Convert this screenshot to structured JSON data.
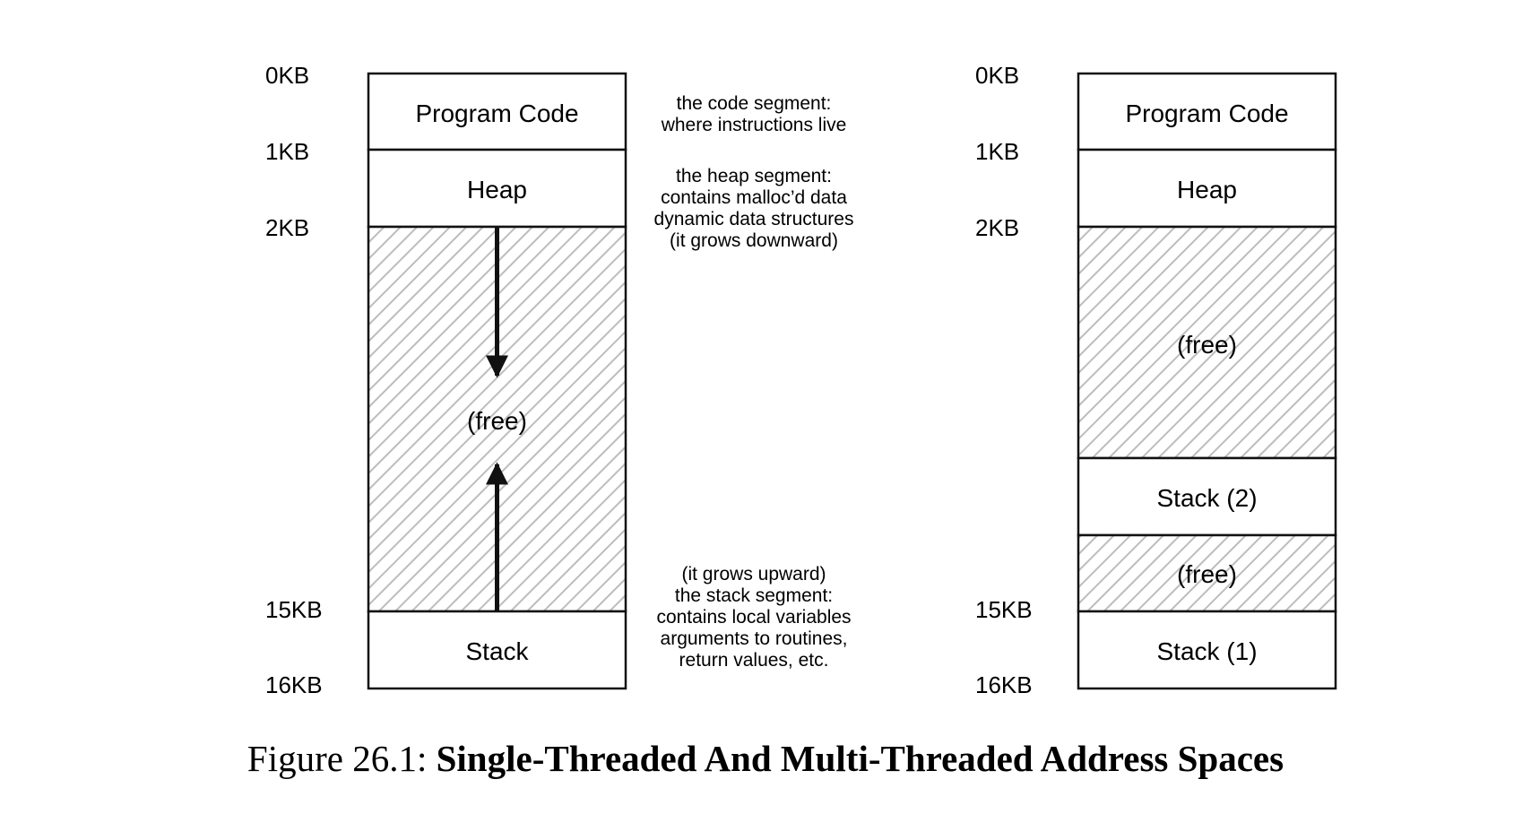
{
  "diagrams": [
    {
      "name": "single-threaded",
      "kb_labels": [
        "0KB",
        "1KB",
        "2KB",
        "15KB",
        "16KB"
      ],
      "segments": [
        {
          "label": "Program Code",
          "kind": "used"
        },
        {
          "label": "Heap",
          "kind": "used"
        },
        {
          "label": "(free)",
          "kind": "free"
        },
        {
          "label": "Stack",
          "kind": "used"
        }
      ],
      "annotations": {
        "code": [
          "the code segment:",
          "where instructions live"
        ],
        "heap": [
          "the heap segment:",
          "contains malloc’d data",
          "dynamic data structures",
          "(it grows downward)"
        ],
        "stack": [
          "(it grows upward)",
          "the stack segment:",
          "contains local variables",
          "arguments to routines,",
          "return values, etc."
        ]
      }
    },
    {
      "name": "multi-threaded",
      "kb_labels": [
        "0KB",
        "1KB",
        "2KB",
        "15KB",
        "16KB"
      ],
      "segments": [
        {
          "label": "Program Code",
          "kind": "used"
        },
        {
          "label": "Heap",
          "kind": "used"
        },
        {
          "label": "(free)",
          "kind": "free"
        },
        {
          "label": "Stack (2)",
          "kind": "used"
        },
        {
          "label": "(free)",
          "kind": "free"
        },
        {
          "label": "Stack (1)",
          "kind": "used"
        }
      ]
    }
  ],
  "caption": {
    "prefix": "Figure 26.1: ",
    "title": "Single-Threaded And Multi-Threaded Address Spaces"
  },
  "colors": {
    "line": "#111111",
    "hatch": "#bdbdbd",
    "background": "#ffffff"
  }
}
